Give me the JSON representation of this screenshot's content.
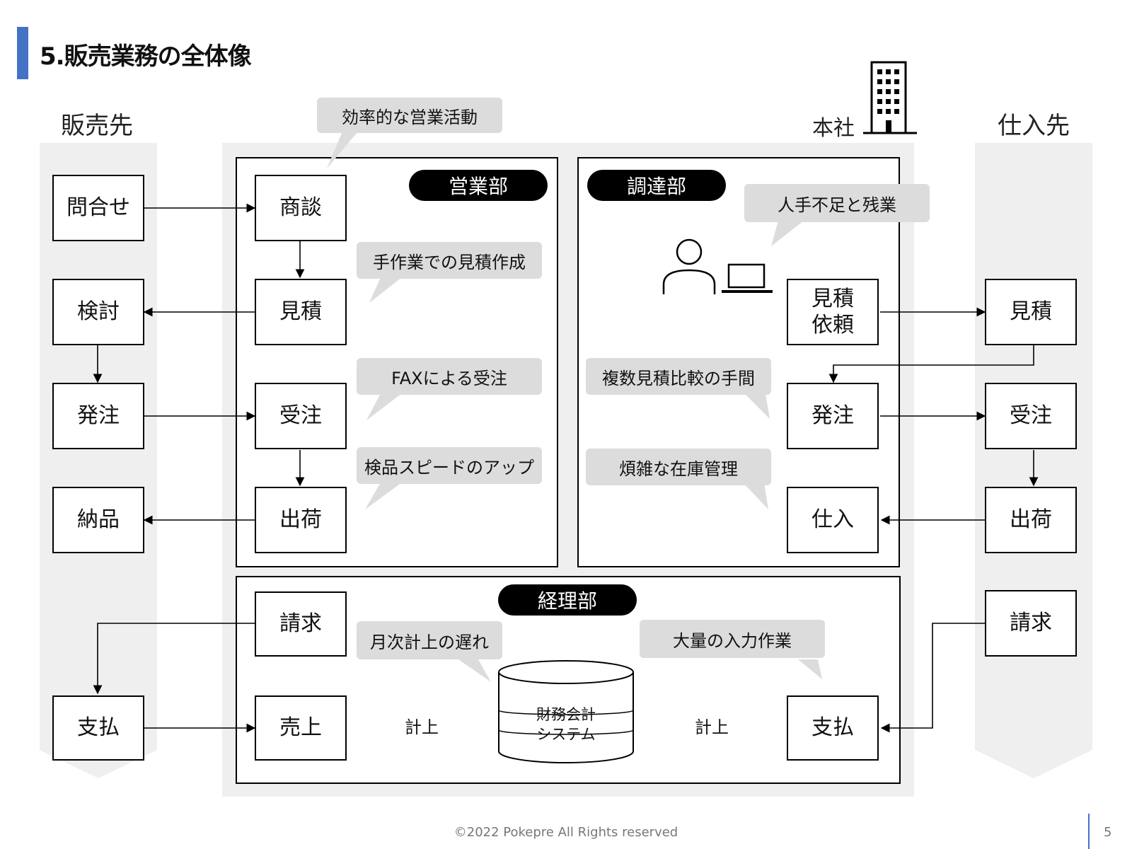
{
  "title": "5.販売業務の全体像",
  "columns": {
    "customer": "販売先",
    "hq": "本社",
    "supplier": "仕入先"
  },
  "departments": {
    "sales": "営業部",
    "procurement": "調達部",
    "accounting": "経理部"
  },
  "customer_boxes": {
    "inquiry": "問合せ",
    "review": "検討",
    "order": "発注",
    "delivery": "納品",
    "payment": "支払"
  },
  "sales_boxes": {
    "negotiation": "商談",
    "quote": "見積",
    "order_received": "受注",
    "shipment": "出荷"
  },
  "procurement_boxes": {
    "quote_request": "見積\n依頼",
    "order": "発注",
    "purchase": "仕入"
  },
  "supplier_boxes": {
    "quote": "見積",
    "order_received": "受注",
    "shipment": "出荷",
    "invoice": "請求"
  },
  "accounting_boxes": {
    "invoice": "請求",
    "sales": "売上",
    "payment": "支払",
    "system": "財務会計\nシステム"
  },
  "arrow_labels": {
    "left": "計上",
    "right": "計上"
  },
  "bubbles": {
    "efficient_sales": "効率的な営業活動",
    "manual_quote": "手作業での見積作成",
    "fax_order": "FAXによる受注",
    "inspection_speed": "検品スピードのアップ",
    "staff_shortage": "人手不足と残業",
    "multi_quote": "複数見積比較の手間",
    "inventory": "煩雑な在庫管理",
    "monthly_delay": "月次計上の遅れ",
    "mass_input": "大量の入力作業"
  },
  "icons": {
    "building": "building-icon",
    "person": "person-icon",
    "laptop": "laptop-icon",
    "database": "database-icon"
  },
  "colors": {
    "accent": "#4472c4",
    "lane": "#efefef",
    "bubble": "#dcdcdc"
  },
  "footer": {
    "copyright": "©2022 Pokepre All Rights reserved",
    "page_number": "5"
  }
}
